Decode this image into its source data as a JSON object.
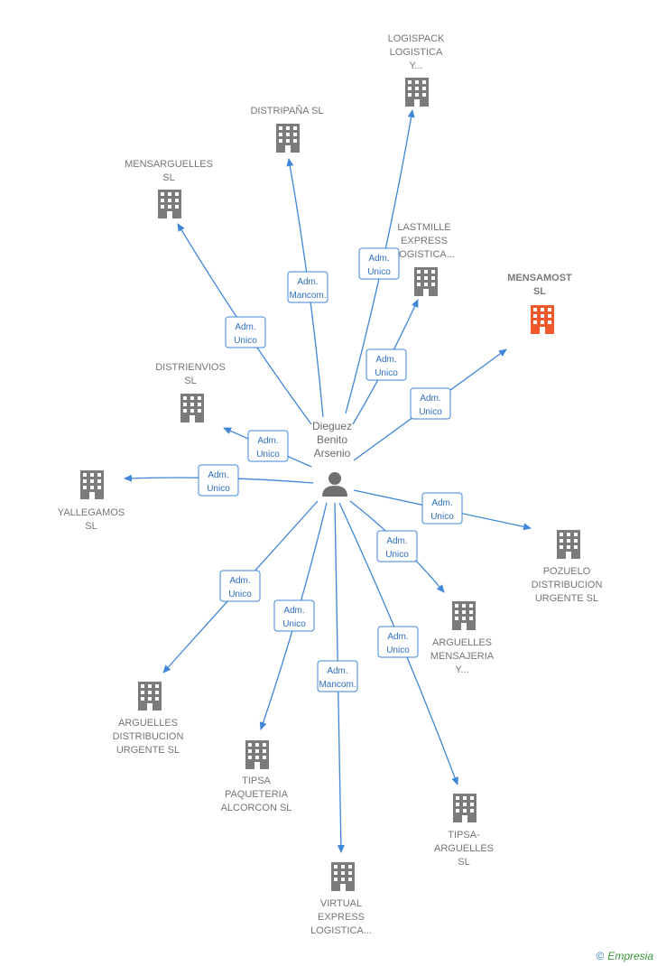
{
  "center": {
    "name_lines": [
      "Dieguez",
      "Benito",
      "Arsenio"
    ],
    "icon": "person-icon"
  },
  "colors": {
    "edge": "#3f86d8",
    "building": "#7b7b7b",
    "highlight": "#f0592b",
    "label_border": "#3f86d8"
  },
  "nodes": [
    {
      "id": "logispack",
      "lines": [
        "LOGISPACK",
        "LOGISTICA",
        "Y..."
      ],
      "rel": [
        "Adm.",
        "Unico"
      ],
      "highlight": false
    },
    {
      "id": "distripana",
      "lines": [
        "DISTRIPAÑA SL"
      ],
      "rel": [
        "Adm.",
        "Mancom."
      ],
      "highlight": false
    },
    {
      "id": "mensarguelles",
      "lines": [
        "MENSARGUELLES",
        "SL"
      ],
      "rel": [
        "Adm.",
        "Unico"
      ],
      "highlight": false
    },
    {
      "id": "lastmille",
      "lines": [
        "LASTMILLE",
        "EXPRESS",
        "LOGISTICA..."
      ],
      "rel": [
        "Adm.",
        "Unico"
      ],
      "highlight": false
    },
    {
      "id": "mensamost",
      "lines": [
        "MENSAMOST",
        "SL"
      ],
      "rel": [
        "Adm.",
        "Unico"
      ],
      "highlight": true
    },
    {
      "id": "distrienvios",
      "lines": [
        "DISTRIENVIOS",
        "SL"
      ],
      "rel": [
        "Adm.",
        "Unico"
      ],
      "highlight": false
    },
    {
      "id": "yallegamos",
      "lines": [
        "YALLEGAMOS",
        "SL"
      ],
      "rel": [
        "Adm.",
        "Unico"
      ],
      "highlight": false
    },
    {
      "id": "pozuelo",
      "lines": [
        "POZUELO",
        "DISTRIBUCION",
        "URGENTE SL"
      ],
      "rel": [
        "Adm.",
        "Unico"
      ],
      "highlight": false
    },
    {
      "id": "arguelles-mensajeria",
      "lines": [
        "ARGUELLES",
        "MENSAJERIA",
        "Y..."
      ],
      "rel": [
        "Adm.",
        "Unico"
      ],
      "highlight": false
    },
    {
      "id": "arguelles-distribucion",
      "lines": [
        "ARGUELLES",
        "DISTRIBUCION",
        "URGENTE SL"
      ],
      "rel": [
        "Adm.",
        "Unico"
      ],
      "highlight": false
    },
    {
      "id": "tipsa-paqueteria",
      "lines": [
        "TIPSA",
        "PAQUETERIA",
        "ALCORCON  SL"
      ],
      "rel": [
        "Adm.",
        "Unico"
      ],
      "highlight": false
    },
    {
      "id": "tipsa-arguelles",
      "lines": [
        "TIPSA-",
        "ARGUELLES",
        "SL"
      ],
      "rel": [
        "Adm.",
        "Unico"
      ],
      "highlight": false
    },
    {
      "id": "virtual-express",
      "lines": [
        "VIRTUAL",
        "EXPRESS",
        "LOGISTICA..."
      ],
      "rel": [
        "Adm.",
        "Mancom."
      ],
      "highlight": false
    }
  ],
  "footer": {
    "copyright": "©",
    "brand": "Empresia"
  }
}
